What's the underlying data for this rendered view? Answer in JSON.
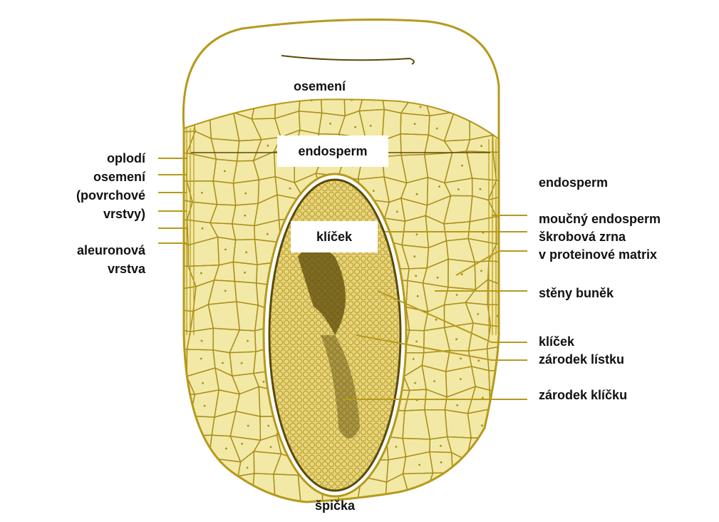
{
  "colors": {
    "outline": "#b59a1c",
    "fill": "#f3e9a6",
    "cell_wall": "#a88e1a",
    "embryo": "#e8d47a",
    "embryo_dark": "#5b4a0a",
    "leader": "#b59a1c",
    "text": "#111111"
  },
  "labels": {
    "top_seed_coat": "osemení",
    "endosperm_box": "endosperm",
    "embryo_box": "klíček",
    "tip": "špička",
    "left": {
      "pericarp": "oplodí",
      "seed_coat": "osemení",
      "surface_layers": "(povrchové",
      "surface_layers_2": "vrstvy)",
      "aleurone": "aleuronová",
      "aleurone_2": "vrstva"
    },
    "right": {
      "endosperm": "endosperm",
      "floury_endosperm": "moučný endosperm",
      "starch_grains": "škrobová zrna",
      "protein_matrix": "v proteinové matrix",
      "cell_walls": "stěny buněk",
      "embryo": "klíček",
      "leaf_primordium": "zárodek lístku",
      "shoot_primordium": "zárodek klíčku"
    }
  }
}
